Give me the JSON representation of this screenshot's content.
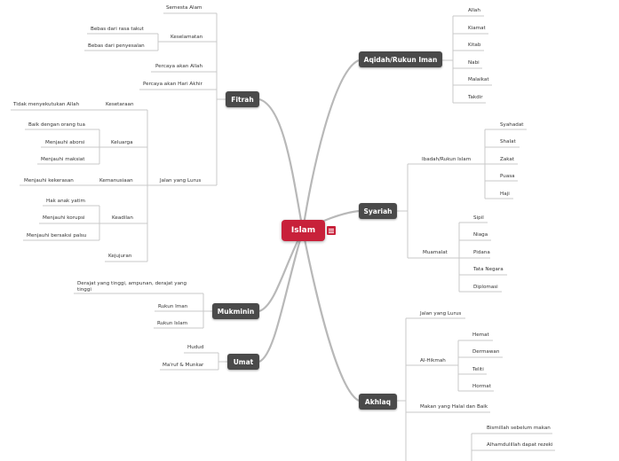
{
  "root": {
    "label": "Islam",
    "color": "#c8213a",
    "has_note": true
  },
  "branches": {
    "fitrah": {
      "label": "Fitrah",
      "children": {
        "semesta": "Semesta Alam",
        "keselamatan": {
          "label": "Keselamatan",
          "items": [
            "Bebas dari rasa takut",
            "Bebas dari penyesalan"
          ]
        },
        "percaya_allah": "Percaya akan Allah",
        "percaya_akhir": "Percaya akan Hari Akhir",
        "jalan_lurus": {
          "label": "Jalan yang Lurus",
          "kesetaraan": {
            "label": "Kesetaraan",
            "items": [
              "Tidak menyekutukan Allah"
            ]
          },
          "keluarga": {
            "label": "Keluarga",
            "items": [
              "Baik dengan orang tua",
              "Menjauhi aborsi",
              "Menjauhi maksiat"
            ]
          },
          "kemanusiaan": {
            "label": "Kemanusiaan",
            "items": [
              "Menjauhi kekerasan"
            ]
          },
          "keadilan": {
            "label": "Keadilan",
            "items": [
              "Hak anak yatim",
              "Menjauhi korupsi",
              "Menjauhi bersaksi palsu"
            ]
          },
          "kejujuran": {
            "label": "Kejujuran"
          }
        }
      }
    },
    "mukminin": {
      "label": "Mukminin",
      "items": [
        "Derajat yang tinggi, ampunan, derajat yang tinggi",
        "Rukun Iman",
        "Rukun Islam"
      ]
    },
    "umat": {
      "label": "Umat",
      "items": [
        "Hudud",
        "Ma'ruf & Munkar"
      ]
    },
    "aqidah": {
      "label": "Aqidah/Rukun Iman",
      "items": [
        "Allah",
        "Kiamat",
        "Kitab",
        "Nabi",
        "Malaikat",
        "Takdir"
      ]
    },
    "syariah": {
      "label": "Syariah",
      "ibadah": {
        "label": "Ibadah/Rukun Islam",
        "items": [
          "Syahadat",
          "Shalat",
          "Zakat",
          "Puasa",
          "Haji"
        ]
      },
      "muamalat": {
        "label": "Muamalat",
        "items": [
          "Sipil",
          "Niaga",
          "Pidana",
          "Tata Negara",
          "Diplomasi"
        ]
      }
    },
    "akhlaq": {
      "label": "Akhlaq",
      "jalan_lurus": "Jalan yang Lurus",
      "hikmah": {
        "label": "Al-Hikmah",
        "items": [
          "Hemat",
          "Dermawan",
          "Teliti",
          "Hormat"
        ]
      },
      "makan": {
        "label": "Makan yang Halal dan Baik",
        "items": [
          "Bismillah sebelum makan",
          "Alhamdulillah dapat rezeki"
        ]
      }
    }
  }
}
